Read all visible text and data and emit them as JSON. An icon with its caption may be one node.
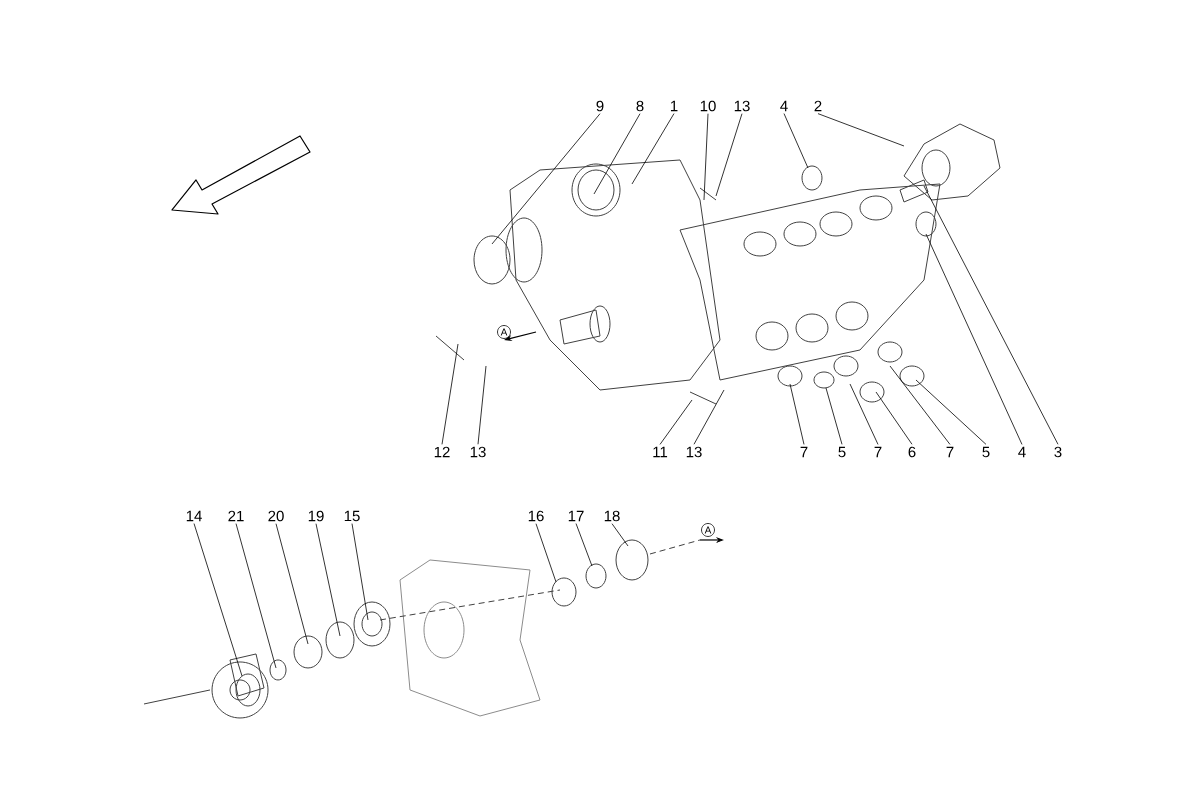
{
  "diagram": {
    "nodes": [
      {
        "text": [
          "9"
        ]
      },
      {
        "text": [
          "8"
        ]
      },
      {
        "text": [
          "1"
        ]
      },
      {
        "text": [
          "10"
        ]
      },
      {
        "text": [
          "13"
        ]
      },
      {
        "text": [
          "4"
        ]
      },
      {
        "text": [
          "2"
        ]
      },
      {
        "text": [
          "12"
        ]
      },
      {
        "text": [
          "13"
        ]
      },
      {
        "text": [
          "11"
        ]
      },
      {
        "text": [
          "13"
        ]
      },
      {
        "text": [
          "7"
        ]
      },
      {
        "text": [
          "5"
        ]
      },
      {
        "text": [
          "7"
        ]
      },
      {
        "text": [
          "6"
        ]
      },
      {
        "text": [
          "7"
        ]
      },
      {
        "text": [
          "5"
        ]
      },
      {
        "text": [
          "4"
        ]
      },
      {
        "text": [
          "3"
        ]
      },
      {
        "text": [
          "14"
        ]
      },
      {
        "text": [
          "21"
        ]
      },
      {
        "text": [
          "20"
        ]
      },
      {
        "text": [
          "19"
        ]
      },
      {
        "text": [
          "15"
        ]
      },
      {
        "text": [
          "16"
        ]
      },
      {
        "text": [
          "17"
        ]
      },
      {
        "text": [
          "18"
        ]
      }
    ],
    "edges": [
      {
        "from": 0,
        "to": null,
        "arrow": "none"
      },
      {
        "from": 1,
        "to": null,
        "arrow": "none"
      },
      {
        "from": 2,
        "to": null,
        "arrow": "none"
      },
      {
        "from": 3,
        "to": null,
        "arrow": "none"
      },
      {
        "from": 4,
        "to": null,
        "arrow": "none"
      },
      {
        "from": 5,
        "to": null,
        "arrow": "none"
      },
      {
        "from": 6,
        "to": null,
        "arrow": "none"
      },
      {
        "from": 7,
        "to": null,
        "arrow": "none"
      },
      {
        "from": 8,
        "to": null,
        "arrow": "none"
      },
      {
        "from": 9,
        "to": null,
        "arrow": "none"
      },
      {
        "from": 10,
        "to": null,
        "arrow": "none"
      },
      {
        "from": 11,
        "to": null,
        "arrow": "none"
      },
      {
        "from": 12,
        "to": null,
        "arrow": "none"
      },
      {
        "from": 13,
        "to": null,
        "arrow": "none"
      },
      {
        "from": 14,
        "to": null,
        "arrow": "none"
      },
      {
        "from": 15,
        "to": null,
        "arrow": "none"
      },
      {
        "from": 16,
        "to": null,
        "arrow": "none"
      },
      {
        "from": 17,
        "to": null,
        "arrow": "none"
      },
      {
        "from": 18,
        "to": null,
        "arrow": "none"
      },
      {
        "from": 19,
        "to": null,
        "arrow": "none"
      },
      {
        "from": 20,
        "to": null,
        "arrow": "none"
      },
      {
        "from": 21,
        "to": null,
        "arrow": "none"
      },
      {
        "from": 22,
        "to": null,
        "arrow": "none"
      },
      {
        "from": 23,
        "to": null,
        "arrow": "none"
      },
      {
        "from": 24,
        "to": null,
        "arrow": "none"
      },
      {
        "from": 25,
        "to": null,
        "arrow": "none"
      },
      {
        "from": 26,
        "to": null,
        "arrow": "none"
      }
    ],
    "labels": [
      "A",
      "A"
    ]
  }
}
